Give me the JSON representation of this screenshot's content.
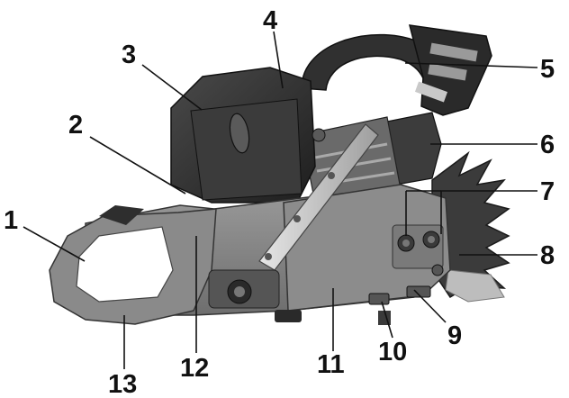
{
  "diagram": {
    "callouts": [
      {
        "id": "1",
        "label": "1"
      },
      {
        "id": "2",
        "label": "2"
      },
      {
        "id": "3",
        "label": "3"
      },
      {
        "id": "4",
        "label": "4"
      },
      {
        "id": "5",
        "label": "5"
      },
      {
        "id": "6",
        "label": "6"
      },
      {
        "id": "7",
        "label": "7"
      },
      {
        "id": "8",
        "label": "8"
      },
      {
        "id": "9",
        "label": "9"
      },
      {
        "id": "10",
        "label": "10"
      },
      {
        "id": "11",
        "label": "11"
      },
      {
        "id": "12",
        "label": "12"
      },
      {
        "id": "13",
        "label": "13"
      }
    ],
    "colors": {
      "body": "#8a8a8a",
      "body_dark": "#555555",
      "handle": "#3a3a3a",
      "cover": "#2e2e2e",
      "metal": "#c8c8c8",
      "ink": "#111111",
      "background": "#ffffff"
    }
  }
}
